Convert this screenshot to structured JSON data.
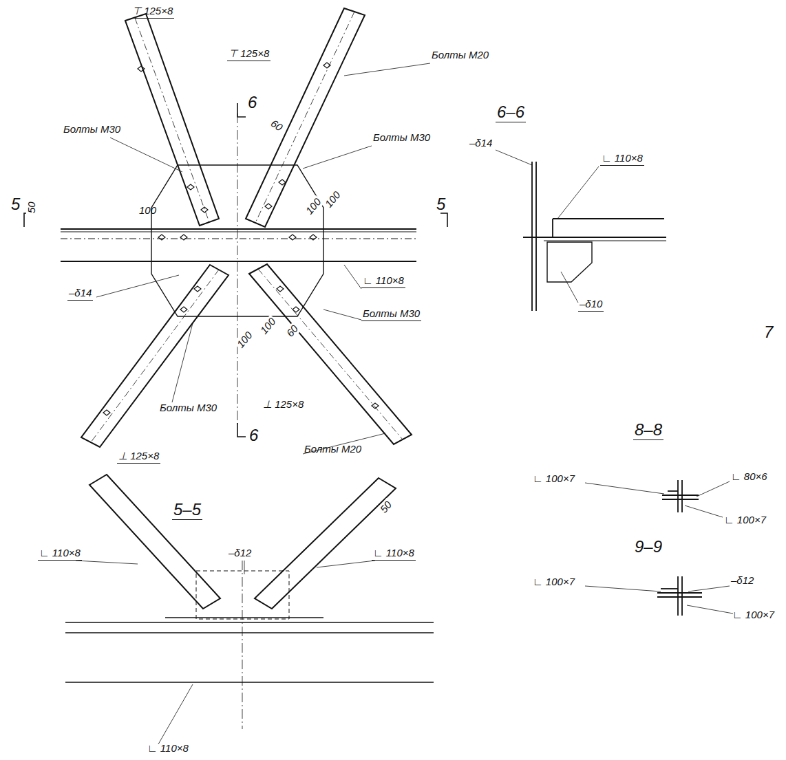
{
  "diagram": {
    "labels": [
      "⊤ 125×8",
      "⊤ 125×8",
      "Болты М20",
      "6",
      "60",
      "Болты М30",
      "Болты М30",
      "100",
      "100",
      "100",
      "5",
      "50",
      "5",
      "–δ14",
      "∟ 110×8",
      "Болты М30",
      "100",
      "100",
      "60",
      "Болты М30",
      "⊥ 125×8",
      "6",
      "⊥ 125×8",
      "Болты М20",
      "6–6",
      "–δ14",
      "∟ 110×8",
      "–δ10",
      "7",
      "8–8",
      "∟ 100×7",
      "∟ 80×6",
      "∟ 100×7",
      "9–9",
      "∟ 100×7",
      "–δ12",
      "∟ 100×7",
      "5–5",
      "∟ 110×8",
      "–δ12",
      "∟ 110×8",
      "50",
      "∟ 110×8"
    ]
  }
}
